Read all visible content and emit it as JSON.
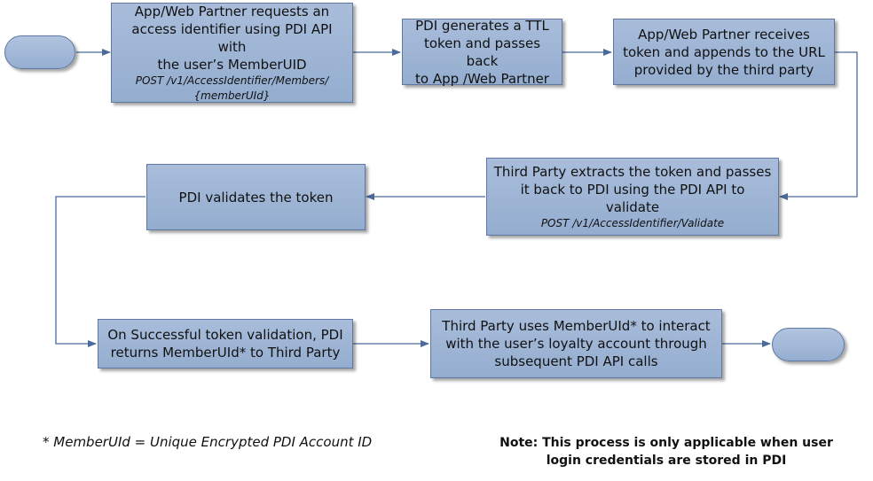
{
  "start": {
    "label": ""
  },
  "end": {
    "label": ""
  },
  "steps": [
    {
      "lines": [
        "App/Web Partner requests an",
        "access identifier using PDI API with",
        "the user’s MemberUID"
      ],
      "api": [
        "POST /v1/AccessIdentifier/Members/",
        "{memberUId}"
      ]
    },
    {
      "lines": [
        "PDI generates a TTL",
        "token and passes back",
        "to App /Web Partner"
      ],
      "api": []
    },
    {
      "lines": [
        "App/Web Partner receives",
        "token and appends to the URL",
        "provided by the third party"
      ],
      "api": []
    },
    {
      "lines": [
        "Third Party extracts the token and passes",
        "it back to PDI using the PDI API to validate"
      ],
      "api": [
        "POST /v1/AccessIdentifier/Validate"
      ]
    },
    {
      "lines": [
        "PDI validates the token"
      ],
      "api": []
    },
    {
      "lines": [
        "On Successful token validation, PDI",
        "returns MemberUId* to Third Party"
      ],
      "api": []
    },
    {
      "lines": [
        "Third Party uses MemberUId* to interact",
        "with the user’s loyalty account through",
        "subsequent PDI API calls"
      ],
      "api": []
    }
  ],
  "footnote": "* MemberUId = Unique Encrypted PDI Account ID",
  "note": {
    "lines": [
      "Note: This process is only applicable when user",
      "login credentials are stored in PDI"
    ]
  },
  "colors": {
    "box_fill": "#9fb6d8",
    "box_border": "#5e78a3",
    "connector": "#4a6a9c"
  }
}
